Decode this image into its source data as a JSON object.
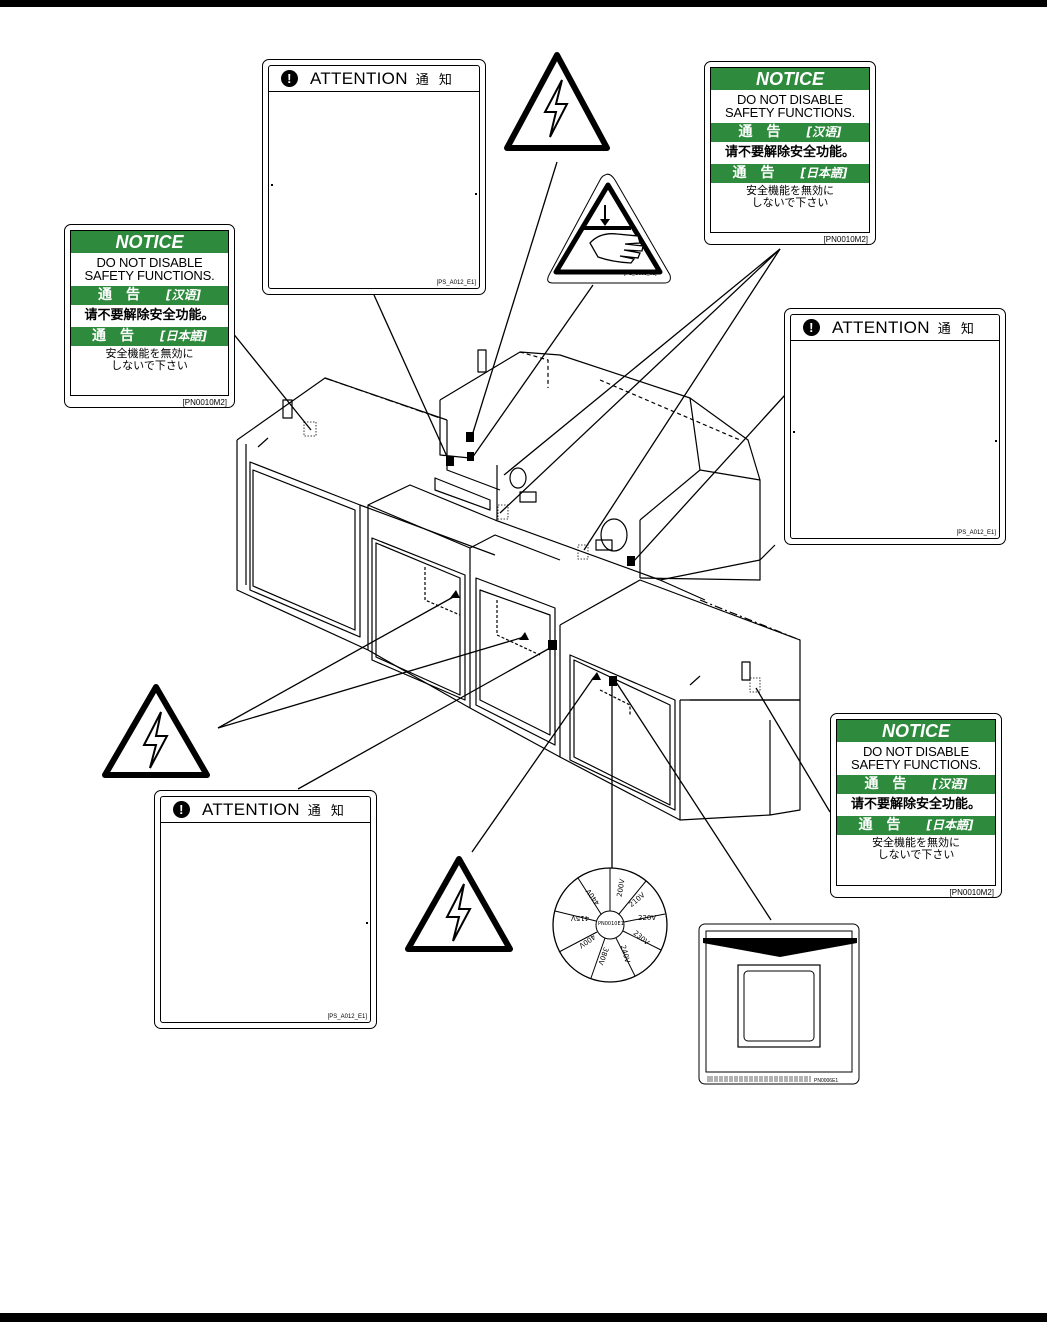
{
  "attention_label": {
    "title": "ATTENTION",
    "title_ja": "通 知",
    "code": "[PS_A012_E1]"
  },
  "notice_label": {
    "title": "NOTICE",
    "english": [
      "DO NOT DISABLE",
      "SAFETY FUNCTIONS."
    ],
    "chinese_header": "通　告",
    "chinese_tag": "[汉语]",
    "chinese_text": "请不要解除安全功能。",
    "japanese_header": "通　告",
    "japanese_tag": "[日本語]",
    "japanese_text": [
      "安全機能を無効に",
      "しないで下さい"
    ],
    "code": "[PN0010M2]"
  },
  "crush_label": {
    "code": "[PS_C005_01]"
  },
  "voltage_dial": {
    "voltages": [
      "200V",
      "210V",
      "220V",
      "230V",
      "240V",
      "380V",
      "400V",
      "415V",
      "440V"
    ],
    "center_text": "PN0010E1"
  },
  "plate_label": {
    "code": "PN0006E1"
  },
  "colors": {
    "notice_green": "#2e8b3e",
    "line": "#000000"
  },
  "icons": [
    "exclamation-icon",
    "high-voltage-icon",
    "hand-crush-icon"
  ]
}
